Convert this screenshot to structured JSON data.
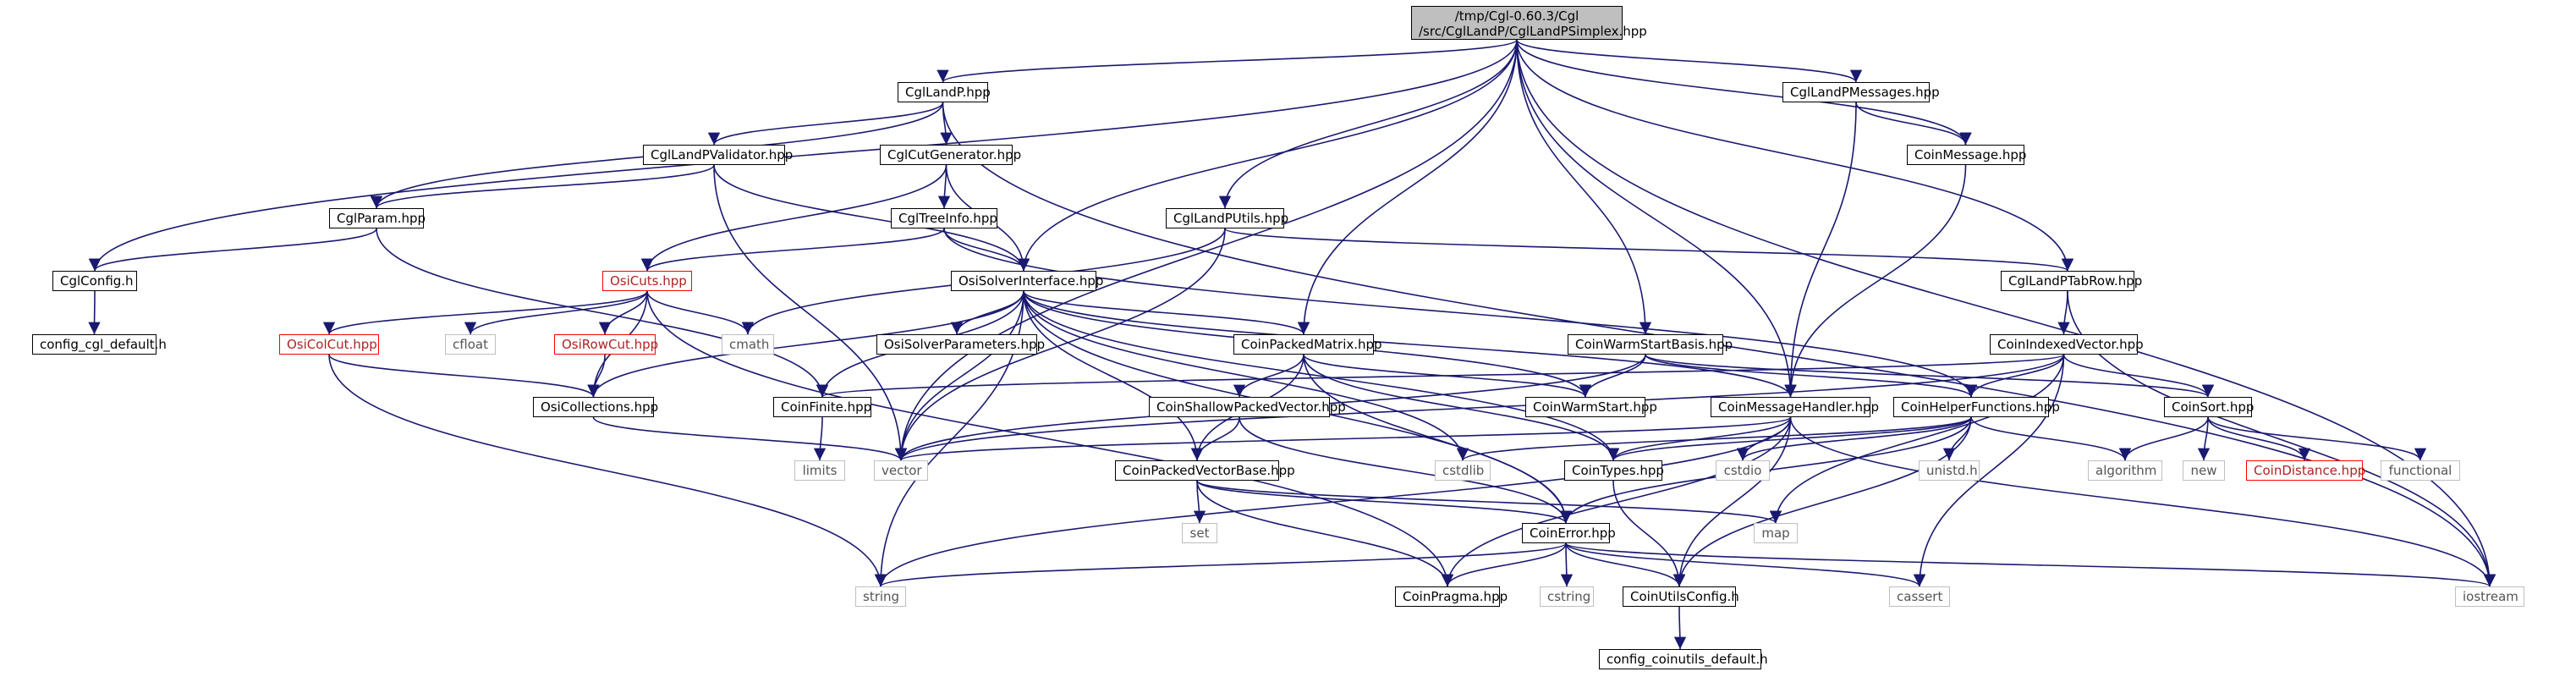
{
  "root": {
    "line1": "/tmp/Cgl-0.60.3/Cgl",
    "line2": "/src/CglLandP/CglLandPSimplex.hpp"
  },
  "nodes": {
    "CglLandP_hpp": "CglLandP.hpp",
    "CglLandPMessages_hpp": "CglLandPMessages.hpp",
    "CglLandPValidator_hpp": "CglLandPValidator.hpp",
    "CglCutGenerator_hpp": "CglCutGenerator.hpp",
    "CoinMessage_hpp": "CoinMessage.hpp",
    "CglParam_hpp": "CglParam.hpp",
    "CglTreeInfo_hpp": "CglTreeInfo.hpp",
    "CglLandPUtils_hpp": "CglLandPUtils.hpp",
    "CglConfig_h": "CglConfig.h",
    "OsiCuts_hpp": "OsiCuts.hpp",
    "OsiSolverInterface_hpp": "OsiSolverInterface.hpp",
    "CglLandPTabRow_hpp": "CglLandPTabRow.hpp",
    "config_cgl_default_h": "config_cgl_default.h",
    "OsiColCut_hpp": "OsiColCut.hpp",
    "cfloat": "cfloat",
    "OsiRowCut_hpp": "OsiRowCut.hpp",
    "cmath": "cmath",
    "OsiSolverParameters_hpp": "OsiSolverParameters.hpp",
    "CoinPackedMatrix_hpp": "CoinPackedMatrix.hpp",
    "CoinWarmStartBasis_hpp": "CoinWarmStartBasis.hpp",
    "CoinIndexedVector_hpp": "CoinIndexedVector.hpp",
    "OsiCollections_hpp": "OsiCollections.hpp",
    "CoinFinite_hpp": "CoinFinite.hpp",
    "CoinShallowPackedVector_hpp": "CoinShallowPackedVector.hpp",
    "CoinWarmStart_hpp": "CoinWarmStart.hpp",
    "CoinMessageHandler_hpp": "CoinMessageHandler.hpp",
    "CoinHelperFunctions_hpp": "CoinHelperFunctions.hpp",
    "CoinSort_hpp": "CoinSort.hpp",
    "limits": "limits",
    "vector": "vector",
    "CoinPackedVectorBase_hpp": "CoinPackedVectorBase.hpp",
    "cstdlib": "cstdlib",
    "CoinTypes_hpp": "CoinTypes.hpp",
    "cstdio": "cstdio",
    "unistd_h": "unistd.h",
    "algorithm": "algorithm",
    "new": "new",
    "CoinDistance_hpp": "CoinDistance.hpp",
    "functional": "functional",
    "set": "set",
    "map": "map",
    "CoinError_hpp": "CoinError.hpp",
    "string": "string",
    "CoinPragma_hpp": "CoinPragma.hpp",
    "cstring": "cstring",
    "CoinUtilsConfig_h": "CoinUtilsConfig.h",
    "cassert": "cassert",
    "iostream": "iostream",
    "config_coinutils_default_h": "config_coinutils_default.h"
  },
  "colors": {
    "edge": "#191970",
    "root_fill": "#bfbfbf",
    "system_border": "#bfbfbf",
    "undocumented_border": "#ff0000"
  }
}
